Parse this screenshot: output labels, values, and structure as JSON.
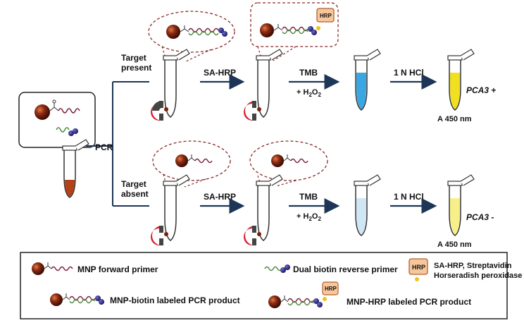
{
  "colors": {
    "mnp_bead": "#7a1f0c",
    "biotin": "#2b2a7a",
    "hrp_fill": "#f6c79a",
    "hrp_border": "#b5602d",
    "magnet_red": "#d8222e",
    "tmb_blue": "#3aa7e3",
    "tmb_pale": "#cfe6f4",
    "yellow_strong": "#f0e020",
    "yellow_pale": "#f7f08a",
    "arrow": "#1d3557",
    "dashed": "#8b2a2a"
  },
  "labels": {
    "pcr": "PCR",
    "target_present_1": "Target",
    "target_present_2": "present",
    "target_absent_1": "Target",
    "target_absent_2": "absent",
    "sa_hrp": "SA-HRP",
    "tmb": "TMB",
    "h2o2_plus": "+ H",
    "h2o2_sub": "2",
    "h2o2_o": "O",
    "h2o2_sub2": "2",
    "hcl": "1 N HCl",
    "pca3_pos": "PCA3",
    "pos_sign": " +",
    "pca3_neg": "PCA3",
    "neg_sign": " -",
    "a450": "A 450 nm",
    "hrp_tag": "HRP"
  },
  "legend": {
    "mnp_forward_primer": "MNP forward primer",
    "dual_biotin_reverse_primer": "Dual biotin reverse primer",
    "sa_hrp_line1": "SA-HRP, Streptavidin",
    "sa_hrp_line2": "Horseradish peroxidase",
    "mnp_biotin_product": "MNP-biotin labeled PCR product",
    "mnp_hrp_product": "MNP-HRP labeled PCR product",
    "hrp_tag": "HRP"
  }
}
